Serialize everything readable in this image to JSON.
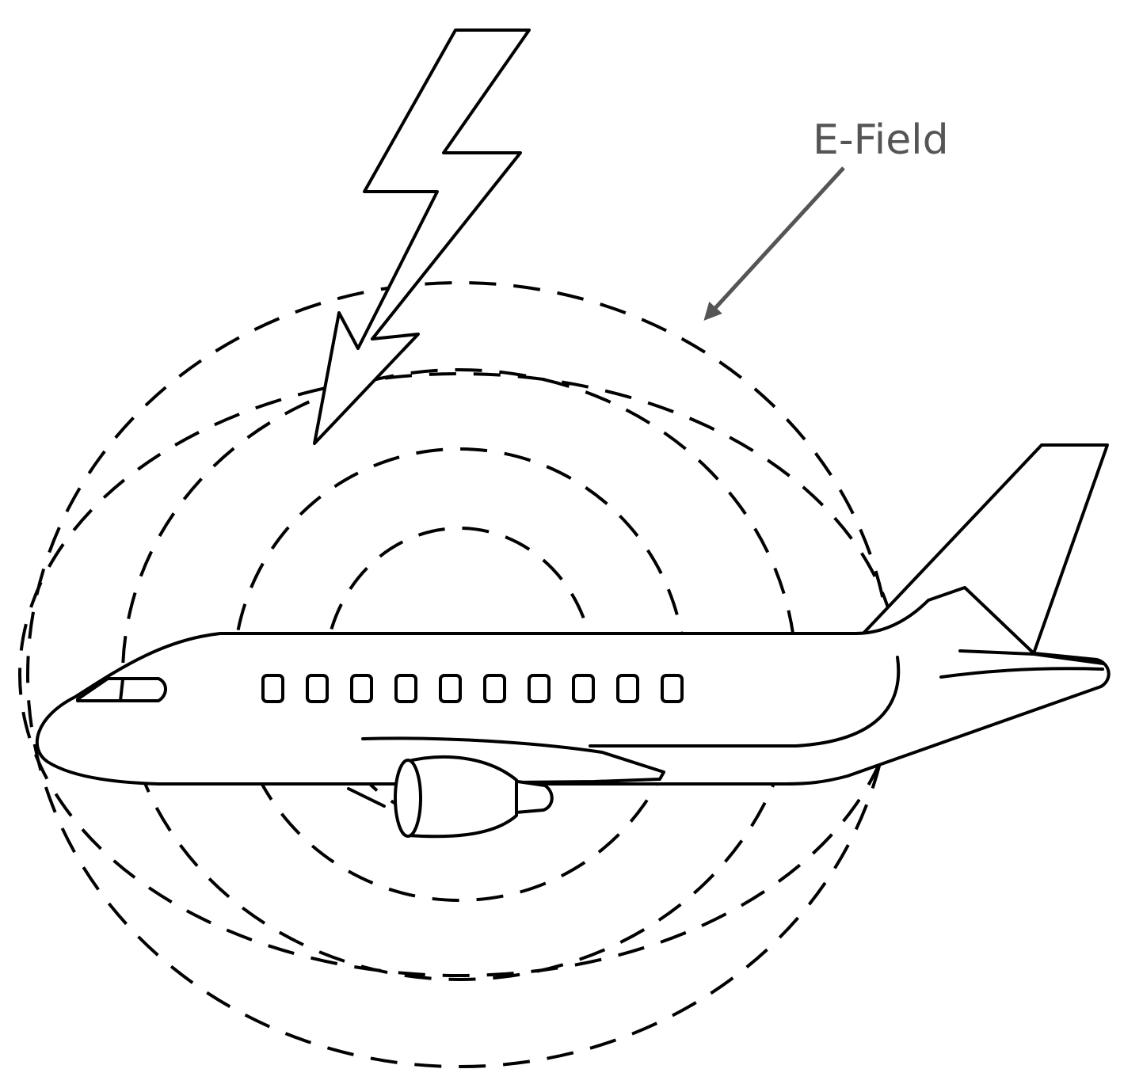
{
  "label": {
    "text": "E-Field",
    "color": "#555555"
  },
  "arrow_color": "#555555",
  "line_color": "#000000",
  "field_rings": 5,
  "windows": 10,
  "icons": [
    "lightning-bolt-icon",
    "airplane-icon",
    "arrow-icon"
  ]
}
